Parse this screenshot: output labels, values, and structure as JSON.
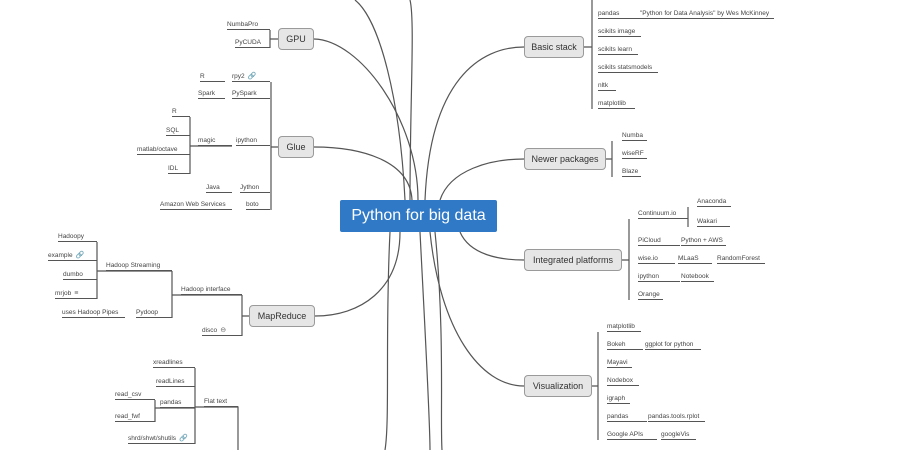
{
  "central": "Python for big data",
  "gpu": {
    "label": "GPU",
    "items": {
      "numbapro": "NumbaPro",
      "pycuda": "PyCUDA"
    }
  },
  "glue": {
    "label": "Glue",
    "items": {
      "r": "R",
      "rpy2": "rpy2",
      "spark": "Spark",
      "pyspark": "PySpark",
      "r2": "R",
      "sql": "SQL",
      "matlab": "matlab/octave",
      "idl": "IDL",
      "magic": "magic",
      "ipython": "ipython",
      "java": "Java",
      "jython": "Jython",
      "aws": "Amazon Web Services",
      "boto": "boto"
    }
  },
  "mapreduce": {
    "label": "MapReduce",
    "items": {
      "hadoopy": "Hadoopy",
      "example": "example",
      "dumbo": "dumbo",
      "mrjob": "mrjob",
      "streaming": "Hadoop Streaming",
      "pipes": "uses Hadoop Pipes",
      "pydoop": "Pydoop",
      "interface": "Hadoop interface",
      "disco": "disco"
    }
  },
  "flattext": {
    "items": {
      "xreadlines": "xreadlines",
      "readlines": "readLines",
      "pandas": "pandas",
      "read_csv": "read_csv",
      "read_fwf": "read_fwf",
      "stat": "shrd/shwt/shutils",
      "flat": "Flat text"
    }
  },
  "basic": {
    "label": "Basic stack",
    "items": {
      "pandas": "pandas",
      "book": "\"Python for Data Analysis\" by Wes McKinney",
      "skimage": "scikits image",
      "sklearn": "scikits learn",
      "statsmodels": "scikits statsmodels",
      "nltk": "nltk",
      "matplotlib": "matplotlib"
    }
  },
  "newer": {
    "label": "Newer packages",
    "items": {
      "numba": "Numba",
      "wiserf": "wiseRF",
      "blaze": "Blaze"
    }
  },
  "integrated": {
    "label": "Integrated platforms",
    "items": {
      "continuum": "Continuum.io",
      "anaconda": "Anaconda",
      "wakari": "Wakari",
      "picloud": "PiCloud",
      "aws": "Python + AWS",
      "wiseio": "wise.io",
      "mlaas": "MLaaS",
      "rf": "RandomForest",
      "ipython": "ipython",
      "notebook": "Notebook",
      "orange": "Orange"
    }
  },
  "viz": {
    "label": "Visualization",
    "items": {
      "matplotlib": "matplotlib",
      "bokeh": "Bokeh",
      "ggplot": "ggplot for python",
      "mayavi": "Mayavi",
      "nodebox": "Nodebox",
      "igraph": "igraph",
      "pandas": "pandas",
      "rplot": "pandas.tools.rplot",
      "google": "Google APIs",
      "googlevis": "googleVis"
    }
  },
  "icons": {
    "link": "🔗",
    "note": "≡",
    "collapse": "⊖"
  }
}
